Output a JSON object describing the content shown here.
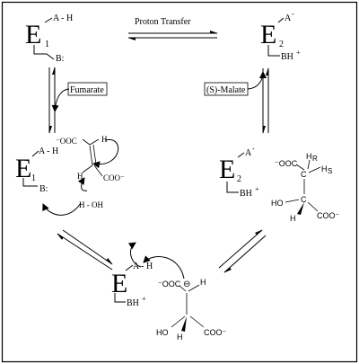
{
  "enzyme_letter": "E",
  "state_1": {
    "subscript": "1",
    "acid": "A - H",
    "base": "B:"
  },
  "state_2": {
    "subscript": "2",
    "acid": "A",
    "acid_charge": "-",
    "base": "BH",
    "base_charge": "+"
  },
  "state_3": {
    "subscript": "1",
    "acid": "A - H",
    "base": "B:"
  },
  "state_4": {
    "subscript": "2",
    "acid": "A",
    "acid_charge": "-",
    "base": "BH",
    "base_charge": "+"
  },
  "state_5": {
    "acid": "A - H",
    "base": "BH",
    "base_charge": "+"
  },
  "proton_transfer_label": "Proton Transfer",
  "fumarate_label": "Fumarate",
  "malate_label": "(S)-Malate",
  "fumarate": {
    "coo_left": "⁻OOC",
    "c_h_top": "H",
    "c_h_bottom": "H",
    "coo_right": "COO⁻",
    "water": "H - OH"
  },
  "malate": {
    "coo_left": "⁻OOC",
    "hr": "H",
    "hr_sub": "R",
    "hs": "H",
    "hs_sub": "S",
    "c1": "C",
    "c2": "C",
    "ho": "HO",
    "h": "H",
    "coo_right": "COO⁻"
  },
  "intermediate": {
    "coo_left": "⁻OOC",
    "carbanion": "⊖",
    "h_top": "H",
    "ho": "HO",
    "h_bottom": "H",
    "coo_right": "COO⁻"
  }
}
